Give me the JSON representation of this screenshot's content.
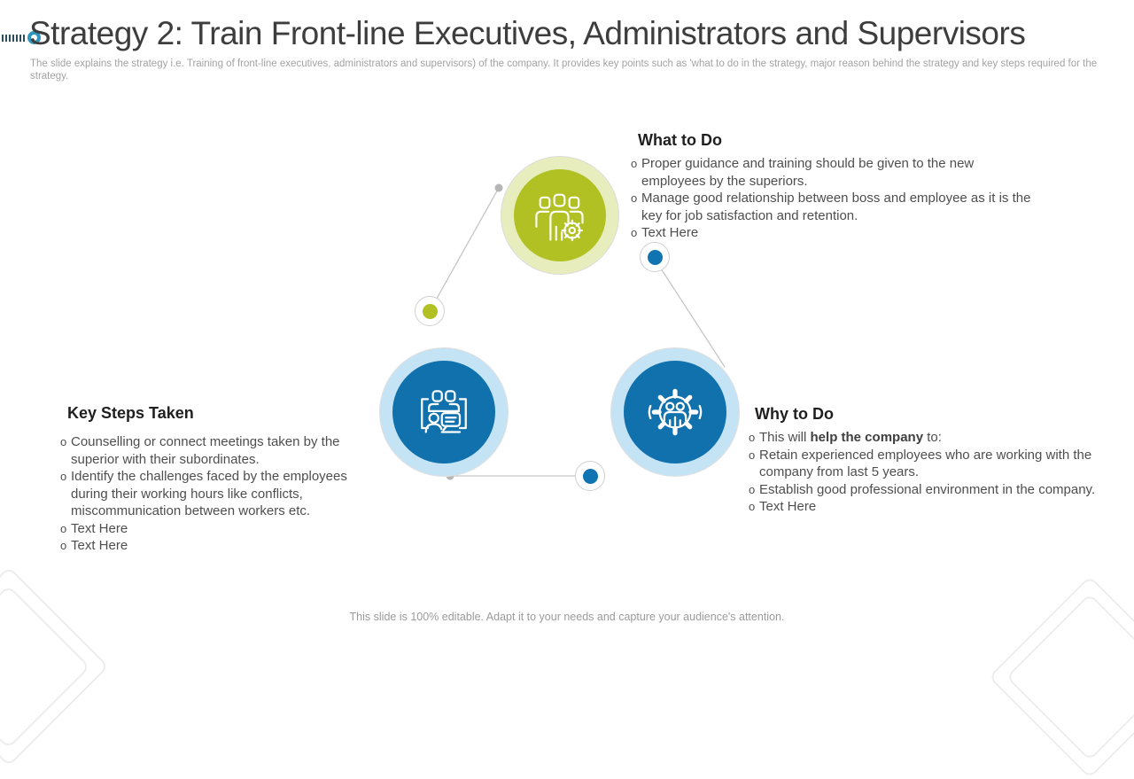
{
  "slide": {
    "title": "Strategy 2: Train Front-line Executives, Administrators and Supervisors",
    "subtitle": "The slide explains the strategy i.e. Training of front-line executives, administrators and supervisors) of the company. It provides key points such as 'what to do in the strategy, major reason behind the strategy and key steps required for the strategy.",
    "footer": "This slide is 100% editable. Adapt it to your needs and capture your audience's attention."
  },
  "colors": {
    "green_node": "#b1c124",
    "green_ring": "#e7edbc",
    "blue_node": "#1171ad",
    "blue_ring": "#c4e3f5",
    "connector_line": "#c6c6c6",
    "title_text": "#3d3d3d",
    "body_text": "#4e4e4e"
  },
  "icons": {
    "top": "team-settings-icon",
    "left": "meeting-discussion-icon",
    "right": "people-gear-icon",
    "title_marker": "ribbed-screw-icon"
  },
  "bullet_char": "o",
  "sections": {
    "what_to_do": {
      "heading": "What to Do",
      "items": [
        "Proper guidance and training should be given to the new employees by the superiors.",
        "Manage good relationship between boss and employee as it is the key for job satisfaction and retention.",
        "Text Here"
      ]
    },
    "why_to_do": {
      "heading": "Why to Do",
      "item1": {
        "pre": "This will ",
        "bold": "help the company",
        "post": " to:"
      },
      "items": [
        "Retain experienced employees who are working with the company from last 5 years.",
        "Establish good professional environment in the company.",
        "Text Here"
      ]
    },
    "key_steps": {
      "heading": "Key Steps Taken",
      "items": [
        "Counselling or connect meetings taken by the superior with their subordinates.",
        "Identify the challenges faced by the employees during their working hours like conflicts, miscommunication between workers etc.",
        "Text Here",
        "Text Here"
      ]
    }
  }
}
